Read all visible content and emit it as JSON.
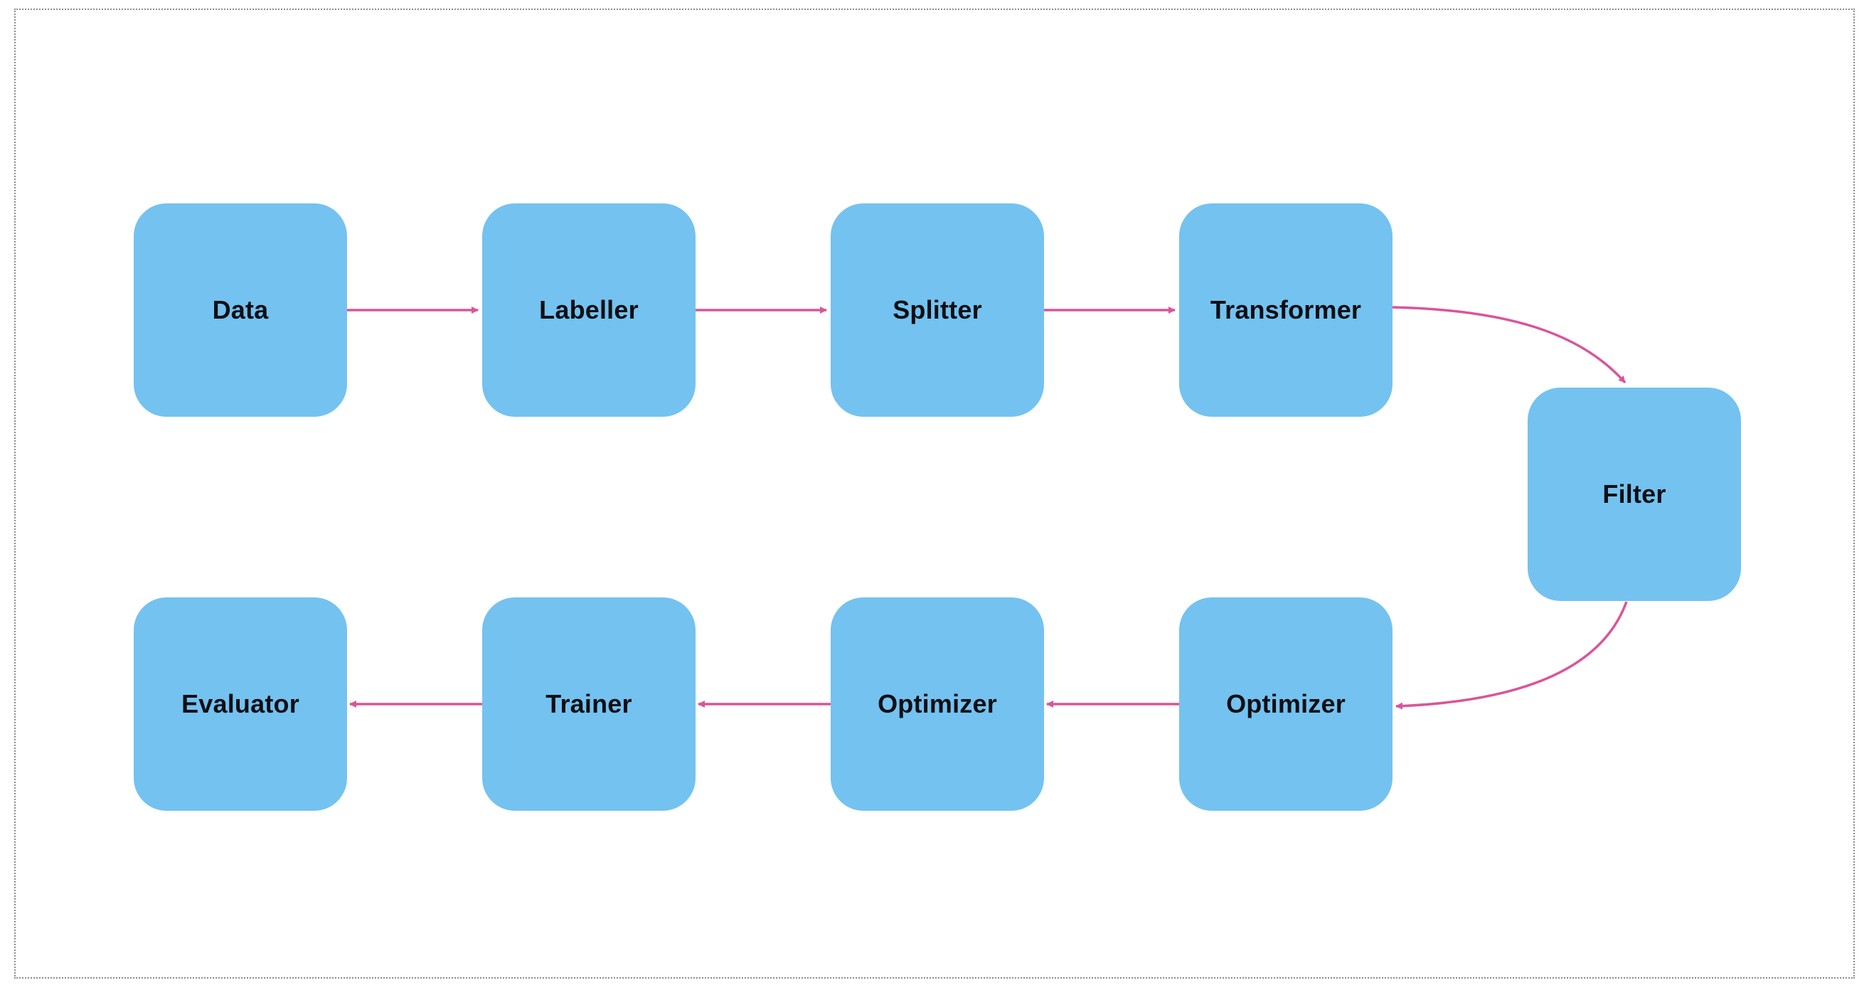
{
  "diagram": {
    "nodes": [
      {
        "id": "data",
        "label": "Data"
      },
      {
        "id": "labeller",
        "label": "Labeller"
      },
      {
        "id": "splitter",
        "label": "Splitter"
      },
      {
        "id": "transformer",
        "label": "Transformer"
      },
      {
        "id": "filter",
        "label": "Filter"
      },
      {
        "id": "optimizer-a",
        "label": "Optimizer"
      },
      {
        "id": "optimizer-b",
        "label": "Optimizer"
      },
      {
        "id": "trainer",
        "label": "Trainer"
      },
      {
        "id": "evaluator",
        "label": "Evaluator"
      }
    ],
    "edges": [
      {
        "from": "data",
        "to": "labeller"
      },
      {
        "from": "labeller",
        "to": "splitter"
      },
      {
        "from": "splitter",
        "to": "transformer"
      },
      {
        "from": "transformer",
        "to": "filter"
      },
      {
        "from": "filter",
        "to": "optimizer-a"
      },
      {
        "from": "optimizer-a",
        "to": "optimizer-b"
      },
      {
        "from": "optimizer-b",
        "to": "trainer"
      },
      {
        "from": "trainer",
        "to": "evaluator"
      }
    ],
    "colors": {
      "node_fill": "#74c2f0",
      "edge": "#d9559a",
      "label": "#0f0f14",
      "frame": "#8a8a8a"
    }
  }
}
